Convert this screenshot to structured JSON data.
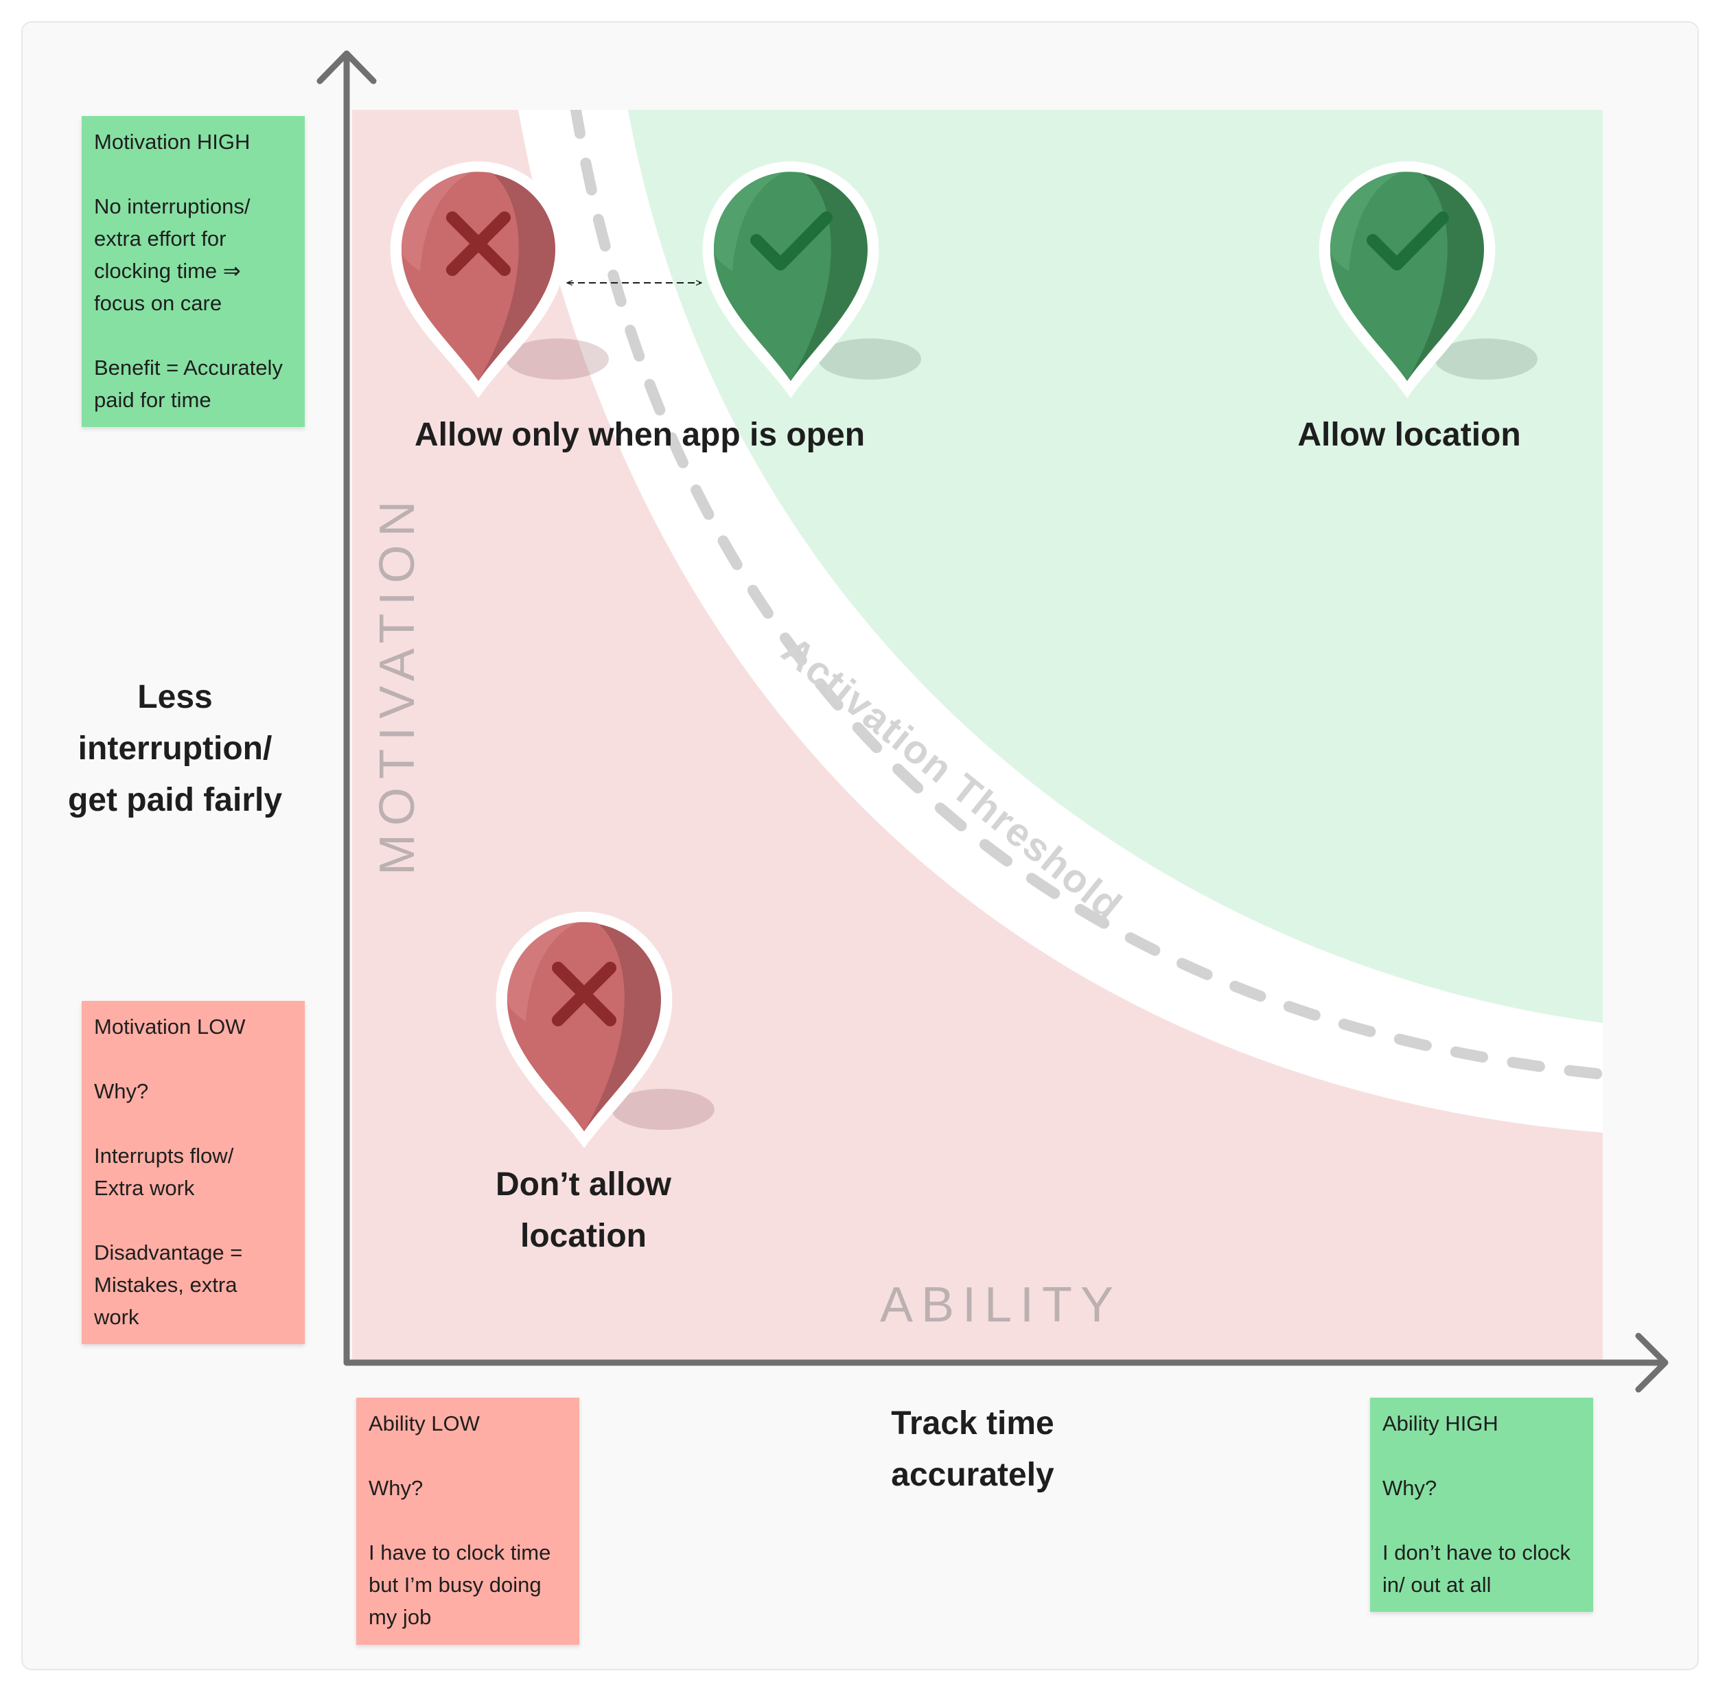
{
  "diagram": {
    "y_axis_title": "MOTIVATION",
    "x_axis_title": "ABILITY",
    "threshold_label": "Activation Threshold",
    "y_side_label": [
      "Less",
      "interruption/",
      "get paid fairly"
    ],
    "x_side_label": [
      "Track time",
      "accurately"
    ],
    "pins": [
      {
        "label": [
          "Allow only when app is open"
        ],
        "status": "rejected",
        "icon": "x-mark-icon"
      },
      {
        "label": [],
        "status": "accepted",
        "icon": "checkmark-icon"
      },
      {
        "label": [
          "Allow location"
        ],
        "status": "accepted",
        "icon": "checkmark-icon"
      },
      {
        "label": [
          "Don’t allow",
          "location"
        ],
        "status": "rejected",
        "icon": "x-mark-icon"
      }
    ],
    "colors": {
      "success_zone": "#ddf5e5",
      "fail_zone": "#f7dfe0",
      "pin_red": "#c96a6c",
      "pin_green": "#45935f",
      "axis": "#707070"
    }
  },
  "notes": [
    {
      "id": "motivation-high",
      "color": "green",
      "paragraphs": [
        [
          "Motivation HIGH"
        ],
        [
          "No interruptions/",
          "extra effort for",
          "clocking time ⇒",
          "focus on care"
        ],
        [
          "Benefit = Accurately",
          "paid for time"
        ]
      ]
    },
    {
      "id": "motivation-low",
      "color": "red",
      "paragraphs": [
        [
          "Motivation LOW"
        ],
        [
          "Why?"
        ],
        [
          "Interrupts flow/",
          "Extra work"
        ],
        [
          "Disadvantage =",
          "Mistakes, extra",
          "work"
        ]
      ]
    },
    {
      "id": "ability-low",
      "color": "red",
      "paragraphs": [
        [
          "Ability LOW"
        ],
        [
          "Why?"
        ],
        [
          "I have to clock time",
          "but I’m busy doing",
          "my job"
        ]
      ]
    },
    {
      "id": "ability-high",
      "color": "green",
      "paragraphs": [
        [
          "Ability HIGH"
        ],
        [
          "Why?"
        ],
        [
          "I don’t have to clock",
          "in/ out at all"
        ]
      ]
    }
  ]
}
